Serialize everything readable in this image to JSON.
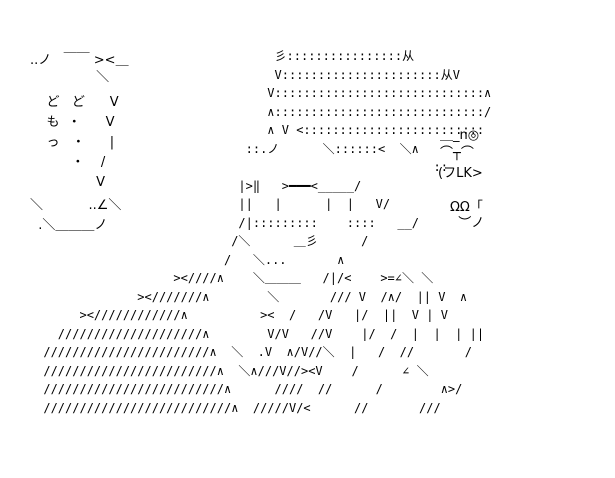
{
  "art": {
    "figure_lines": [
      "                                      彡::::::::::::::::从",
      "                                      V::::::::::::::::::::::从V",
      "                                     V:::::::::::::::::::::::::::::∧",
      "                                     ∧:::::::::::::::::::::::::::::/",
      "                                     ∧ V <:::::::::::::::::::::::::",
      "                                  ::.ノ      ＼::::::<  ＼∧",
      "                                                            ::",
      "                                 |>‖   >━━━<_____/",
      "                                 ||   |      |  |   V/",
      "                                 /|:::::::::    ::::   __/",
      "                                /＼      ＿彡      /",
      "                               /   ＼...       ∧",
      "                        ><////∧    ＼＿＿＿   /|/<    >=∠＼ ＼",
      "                   ><///////∧        ＼       /// V  /∧/  || V  ∧",
      "           ><////////////∧          ><  /   /V   |/  ||  V | V",
      "        ////////////////////∧        V/V   //V    |/  /  |  |  | ||",
      "      ///////////////////////∧  ＼  .V  ∧/V//＼  |   /  //       /",
      "      ////////////////////////∧  ＼∧///V//><V    /      ∠ ＼",
      "      /////////////////////////∧      ////  //      /        ∧>/",
      "      //////////////////////////∧  /////V/<      //       ///"
    ],
    "speech_bubble_lines": [
      "..ノ   ￣￣ ><＿",
      "                ＼",
      "    ど   ど      V",
      "    も  ・      V",
      "    っ   ・      |",
      "          ・    /",
      "                V",
      "＼           ..∠＼",
      "  .＼＿＿＿ノ"
    ],
    "sfx_top": "＿_n◎",
    "sfx_mid": "⌒┬⌒",
    "sfx_caption": "(フLK>",
    "sfx_bottom_a": "ΩΩ「",
    "sfx_bottom_b": "  ︶ノ"
  }
}
